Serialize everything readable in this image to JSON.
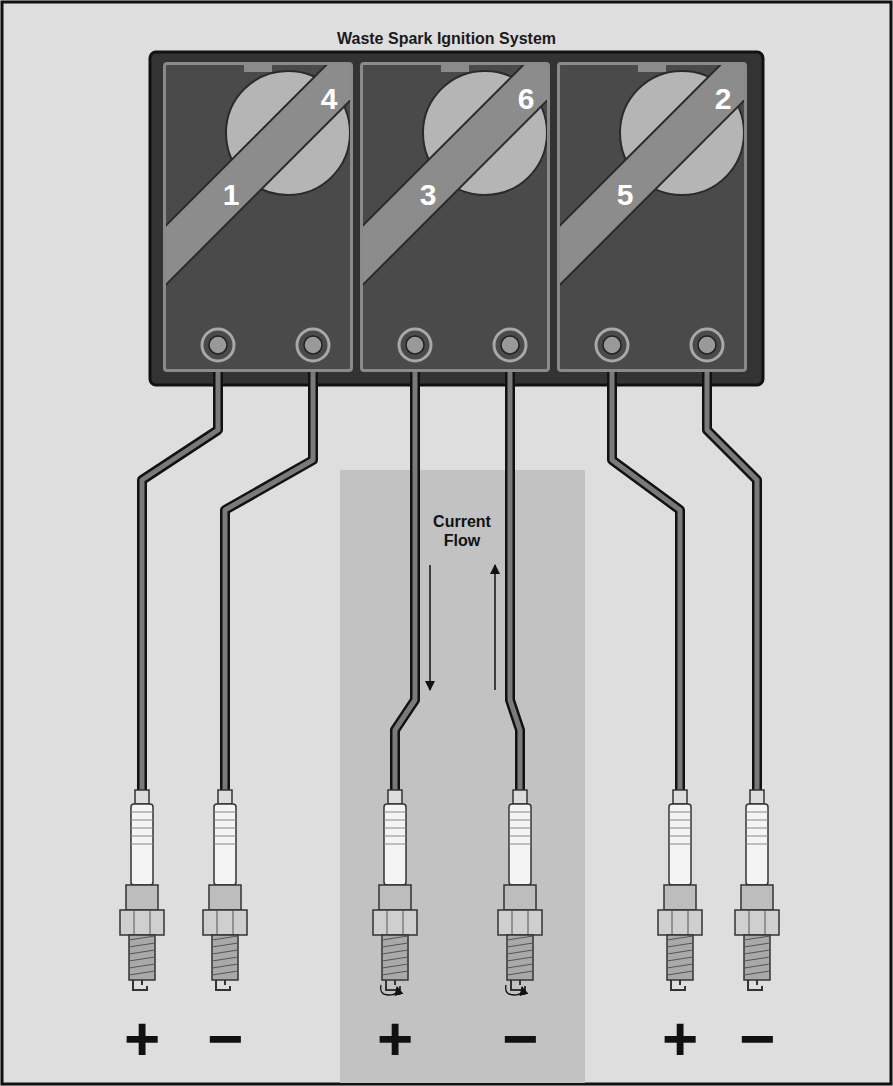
{
  "diagram": {
    "title": "Waste Spark Ignition System",
    "nodes": [
      {
        "text": [
          "1",
          "4"
        ]
      },
      {
        "text": [
          "3",
          "6"
        ]
      },
      {
        "text": [
          "5",
          "2"
        ]
      }
    ],
    "labels": [
      "Current Flow",
      "+",
      "−",
      "+",
      "−",
      "+",
      "−"
    ]
  }
}
